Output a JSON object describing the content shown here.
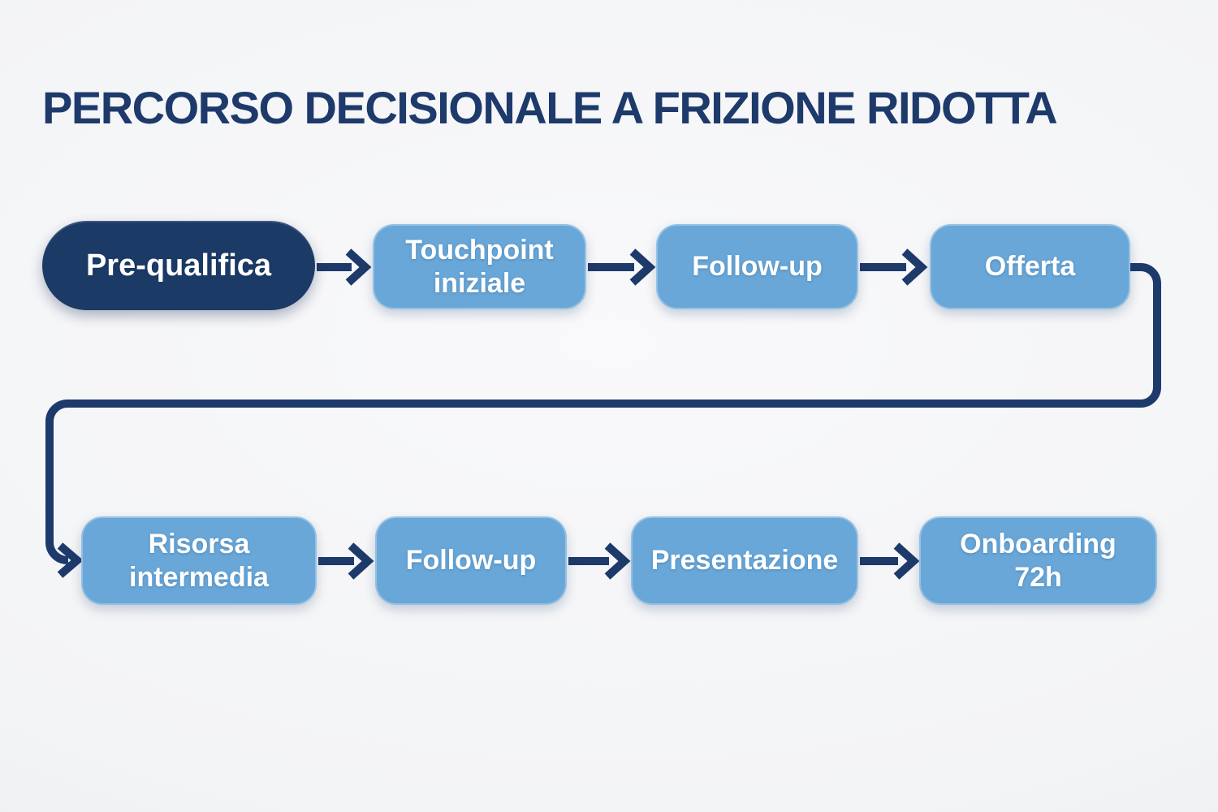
{
  "title": "PERCORSO DECISIONALE A FRIZIONE RIDOTTA",
  "colors": {
    "background": "#f3f4f6",
    "navy": "#1d3a6b",
    "pill_navy": "#1c3a66",
    "light_blue": "#68a7d8",
    "text_white": "#ffffff"
  },
  "flow": {
    "row1": [
      {
        "label": "Pre-qualifica",
        "emphasis": true
      },
      {
        "label": "Touchpoint iniziale",
        "emphasis": false
      },
      {
        "label": "Follow-up",
        "emphasis": false
      },
      {
        "label": "Offerta",
        "emphasis": false
      }
    ],
    "row2": [
      {
        "label": "Risorsa intermedia",
        "emphasis": false
      },
      {
        "label": "Follow-up",
        "emphasis": false
      },
      {
        "label": "Presentazione",
        "emphasis": false
      },
      {
        "label": "Onboarding 72h",
        "emphasis": false
      }
    ]
  }
}
